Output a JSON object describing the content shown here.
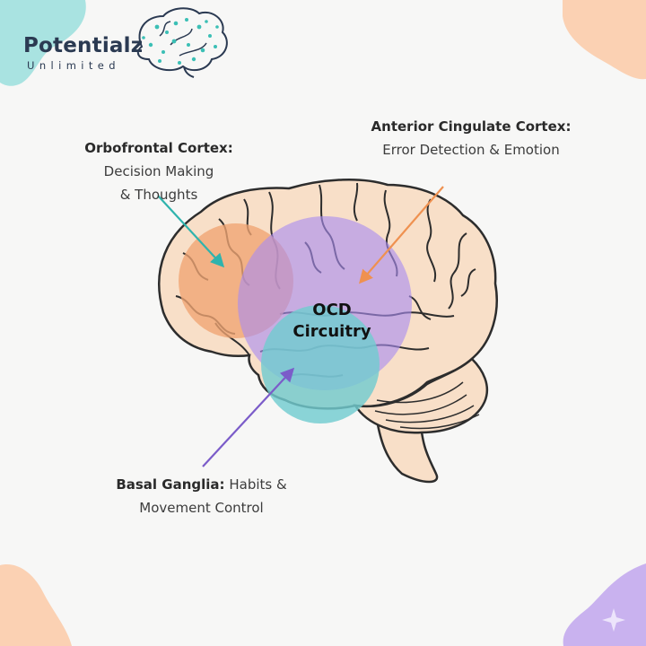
{
  "logo": {
    "name": "Potentialz",
    "tagline": "Unlimited"
  },
  "center_label": {
    "line1": "OCD",
    "line2": "Circuitry"
  },
  "regions": {
    "orbitofrontal": {
      "name": "Orbofrontal Cortex:",
      "desc_line1": "Decision Making",
      "desc_line2": "& Thoughts",
      "color": "#f0a472"
    },
    "anterior_cingulate": {
      "name": "Anterior Cingulate Cortex:",
      "desc": "Error Detection & Emotion",
      "color": "#a98cf0"
    },
    "basal_ganglia": {
      "name": "Basal Ganglia:",
      "desc_inline": "Habits &",
      "desc_line2": "Movement Control",
      "color": "#72ccd0"
    }
  },
  "colors": {
    "background": "#f7f7f6",
    "brain_fill": "#f8dfc8",
    "brain_outline": "#2d2d2d",
    "corner_teal": "#a9e3e1",
    "corner_peach": "#fbd1b3",
    "corner_purple": "#c9b2ef"
  }
}
